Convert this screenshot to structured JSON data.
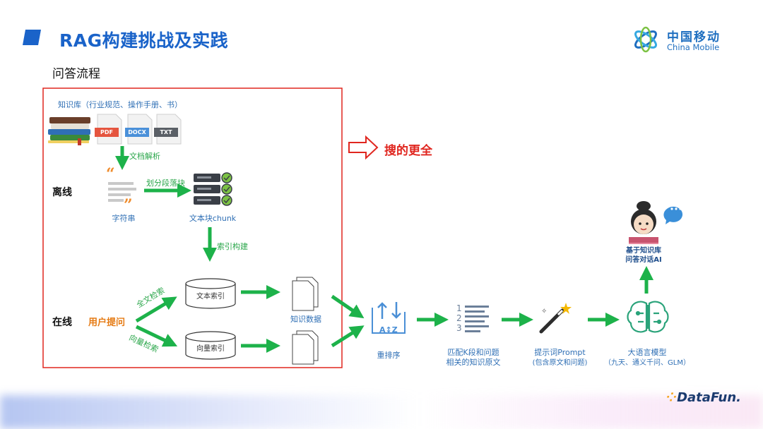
{
  "slide": {
    "title": "RAG构建挑战及实践",
    "subtitle": "问答流程",
    "brand_cn": "中国移动",
    "brand_en": "China Mobile",
    "footer_logo": "DataFun.",
    "accent_color": "#1a63c9",
    "arrow_color": "#1db24a",
    "highlight_color": "#e0261f"
  },
  "offline": {
    "section_label": "离线",
    "kb_label": "知识库（行业规范、操作手册、书）",
    "file_types": [
      "PDF",
      "DOCX",
      "TXT"
    ],
    "step_parse": "文档解析",
    "string_label": "字符串",
    "step_chunk": "划分段落块",
    "chunk_label": "文本块chunk",
    "step_index": "索引构建"
  },
  "online": {
    "section_label": "在线",
    "user_query": "用户提问",
    "fulltext_search": "全文检索",
    "vector_search": "向量检索",
    "text_index": "文本索引",
    "vector_index": "向量索引",
    "knowledge_data": "知识数据"
  },
  "callout": "搜的更全",
  "pipeline": {
    "rerank": "重排序",
    "match_line1": "匹配K段和问题",
    "match_line2": "相关的知识原文",
    "prompt_line1": "提示词Prompt",
    "prompt_line2": "(包含原文和问题)",
    "llm_line1": "大语言模型",
    "llm_line2": "（九天、通义千问、GLM）",
    "ai_line1": "基于知识库",
    "ai_line2": "问答对话AI"
  }
}
